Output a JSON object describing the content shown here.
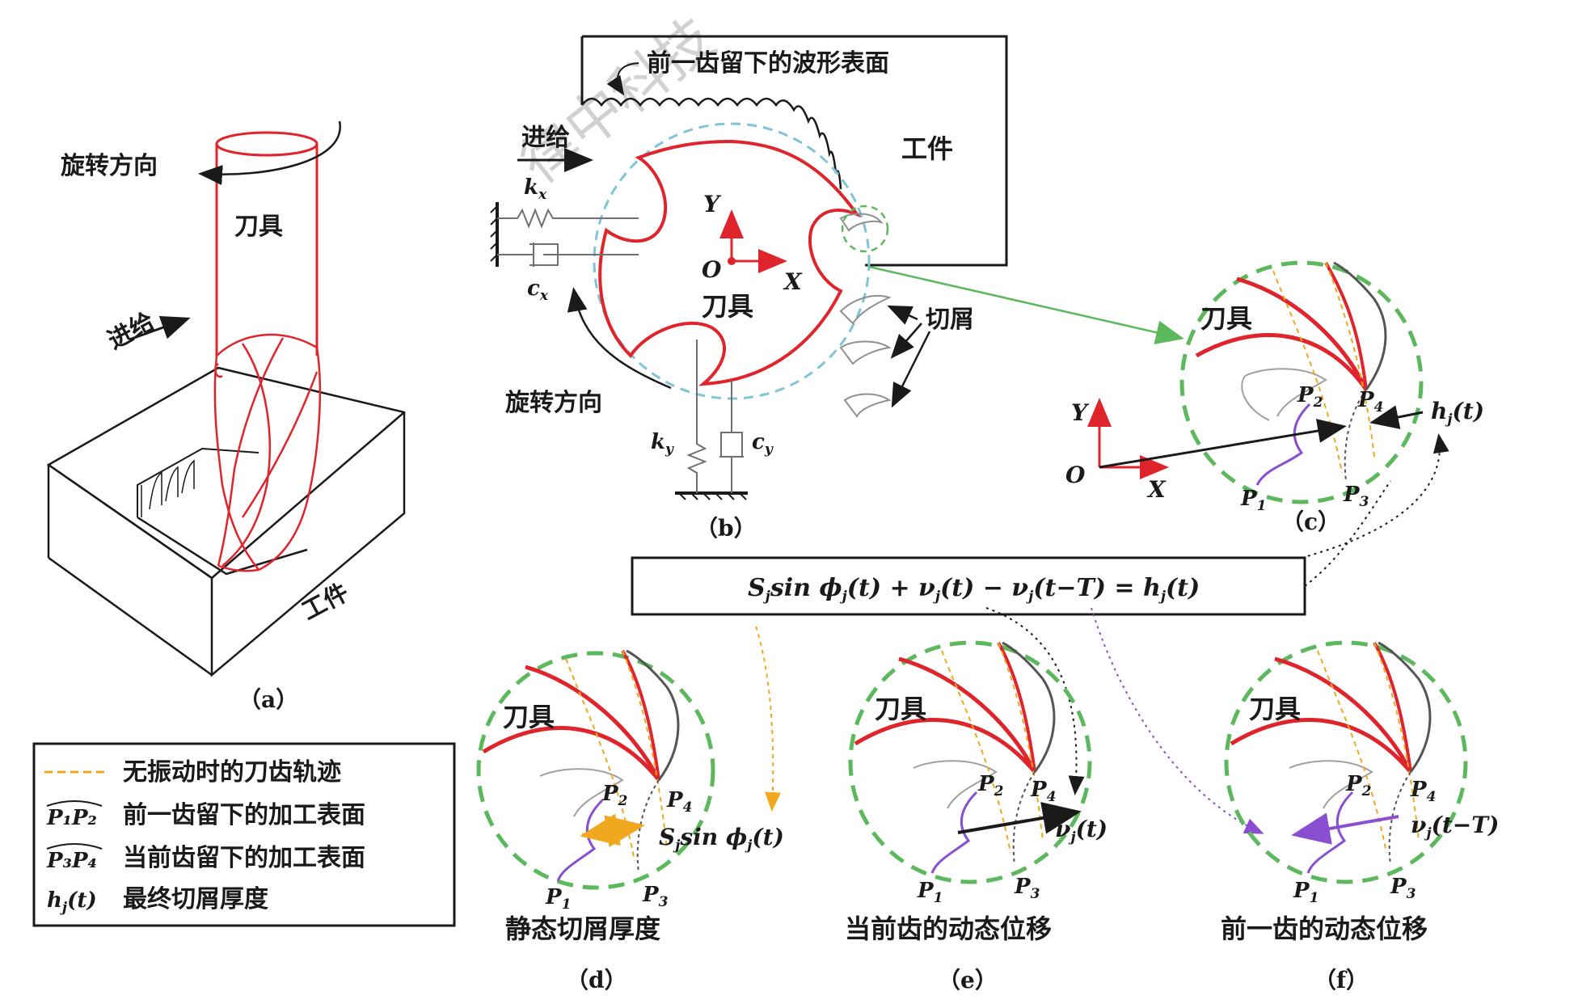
{
  "watermark": "律中科技",
  "panel_a": {
    "rotation": "旋转方向",
    "tool": "刀具",
    "feed": "进给",
    "workpiece": "工件",
    "caption": "（a）"
  },
  "panel_b": {
    "prev_surface": "前一齿留下的波形表面",
    "feed": "进给",
    "workpiece": "工件",
    "kx": "k",
    "kx_sub": "x",
    "cx": "c",
    "cx_sub": "x",
    "Y": "Y",
    "O": "O",
    "X": "X",
    "tool": "刀具",
    "chips": "切屑",
    "rotation": "旋转方向",
    "ky": "k",
    "ky_sub": "y",
    "cy": "c",
    "cy_sub": "y",
    "caption": "（b）"
  },
  "panel_c": {
    "tool": "刀具",
    "P1": "P",
    "P1_sub": "1",
    "P2": "P",
    "P2_sub": "2",
    "P3": "P",
    "P3_sub": "3",
    "P4": "P",
    "P4_sub": "4",
    "h": "h",
    "h_sub": "j",
    "h_arg": "(t)",
    "Y": "Y",
    "O": "O",
    "X": "X",
    "caption": "（c）"
  },
  "equation": {
    "S": "S",
    "S_sub": "j",
    "sin_part": "sin ϕ",
    "phi_sub": "j",
    "part1": "(t) + ν",
    "nu_sub1": "j",
    "part2": "(t) − ν",
    "nu_sub2": "j",
    "part3": "(t−T) = h",
    "h_sub": "j",
    "part4": "(t)"
  },
  "legend": {
    "item1": "无振动时的刀齿轨迹",
    "item2_sym": "P₁P₂",
    "item2": "前一齿留下的加工表面",
    "item3_sym": "P₃P₄",
    "item3": "当前齿留下的加工表面",
    "item4_sym": "h",
    "item4_sub": "j",
    "item4_arg": "(t)",
    "item4": "最终切屑厚度"
  },
  "panel_d": {
    "tool": "刀具",
    "P1": "P",
    "P1_sub": "1",
    "P2": "P",
    "P2_sub": "2",
    "P3": "P",
    "P3_sub": "3",
    "P4": "P",
    "P4_sub": "4",
    "label": "S",
    "label_sub": "j",
    "label_rest": "sin ϕ",
    "label_sub2": "j",
    "label_arg": "(t)",
    "title": "静态切屑厚度",
    "caption": "（d）"
  },
  "panel_e": {
    "tool": "刀具",
    "P1": "P",
    "P1_sub": "1",
    "P2": "P",
    "P2_sub": "2",
    "P3": "P",
    "P3_sub": "3",
    "P4": "P",
    "P4_sub": "4",
    "label": "ν",
    "label_sub": "j",
    "label_arg": "(t)",
    "title": "当前齿的动态位移",
    "caption": "（e）"
  },
  "panel_f": {
    "tool": "刀具",
    "P1": "P",
    "P1_sub": "1",
    "P2": "P",
    "P2_sub": "2",
    "P3": "P",
    "P3_sub": "3",
    "P4": "P",
    "P4_sub": "4",
    "label": "ν",
    "label_sub": "j",
    "label_arg": "(t−T)",
    "title": "前一齿的动态位移",
    "caption": "（f）"
  },
  "colors": {
    "tool_red": "#e0242c",
    "dashed_green": "#5cb85c",
    "dashed_blue": "#7fc4d8",
    "trajectory_yellow": "#f0a81e",
    "purple": "#8a4fd0",
    "black": "#1a1a1a",
    "arrow_green": "#5cb85c"
  }
}
